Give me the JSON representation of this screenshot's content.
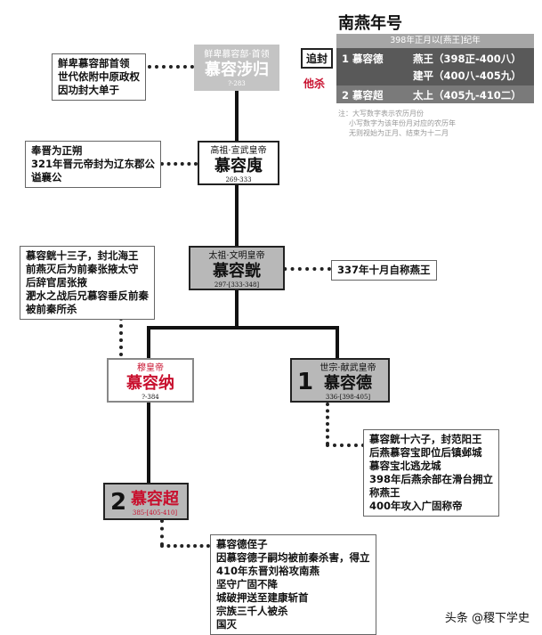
{
  "legend": {
    "title": "南燕年号",
    "header": "398年正月以[燕王]纪年",
    "rows": [
      {
        "ruler": "1 慕容德",
        "eras": [
          "燕王（398正-400八）",
          "建平（400八-405九）"
        ]
      },
      {
        "ruler": "2 慕容超",
        "eras": [
          "太上（405九-410二）"
        ]
      }
    ],
    "note_lines": [
      "注：大写数字表示农历月份",
      "小写数字为该年份月对应的农历年",
      "无则视始为正月、结束为十二月"
    ]
  },
  "tags": {
    "posthumous": "追封",
    "killed": "他杀"
  },
  "nodes": {
    "shegui": {
      "title": "鲜卑慕容部·首领",
      "name": "慕容涉归",
      "years": "?-283"
    },
    "hui": {
      "title": "高祖·宣武皇帝",
      "name": "慕容廆",
      "years": "269-333"
    },
    "huang": {
      "title": "太祖·文明皇帝",
      "name": "慕容皝",
      "years": "297-[333-348]"
    },
    "na": {
      "title": "穆皇帝",
      "name": "慕容纳",
      "years": "?-384"
    },
    "de": {
      "number": "1",
      "title": "世宗·献武皇帝",
      "name": "慕容德",
      "years": "336-[398-405]"
    },
    "chao": {
      "number": "2",
      "name": "慕容超",
      "years": "385-[405-410]"
    }
  },
  "notes": {
    "shegui": [
      "鲜卑慕容部首领",
      "世代依附中原政权",
      "因功封大单于"
    ],
    "hui": [
      "奉晋为正朔",
      "321年晋元帝封为辽东郡公",
      "谥襄公"
    ],
    "huang": [
      "337年十月自称燕王"
    ],
    "na": [
      "慕容皝十三子，封北海王",
      "前燕灭后为前秦张掖太守",
      "后辞官居张掖",
      "淝水之战后兄慕容垂反前秦",
      "被前秦所杀"
    ],
    "de": [
      "慕容皝十六子，封范阳王",
      "后燕慕容宝即位后镇邺城",
      "慕容宝北逃龙城",
      "398年后燕余部在滑台拥立",
      "称燕王",
      "400年攻入广固称帝"
    ],
    "chao": [
      "慕容德侄子",
      "因慕容德子嗣均被前秦杀害，得立",
      "410年东晋刘裕攻南燕",
      "坚守广固不降",
      "城破押送至建康斩首",
      "宗族三千人被杀",
      "国灭"
    ]
  },
  "watermark": "头条 @稷下学史",
  "colors": {
    "accent_red": "#c8102e",
    "gray_fill": "#c4c4c4",
    "dark_gray": "#555555"
  }
}
